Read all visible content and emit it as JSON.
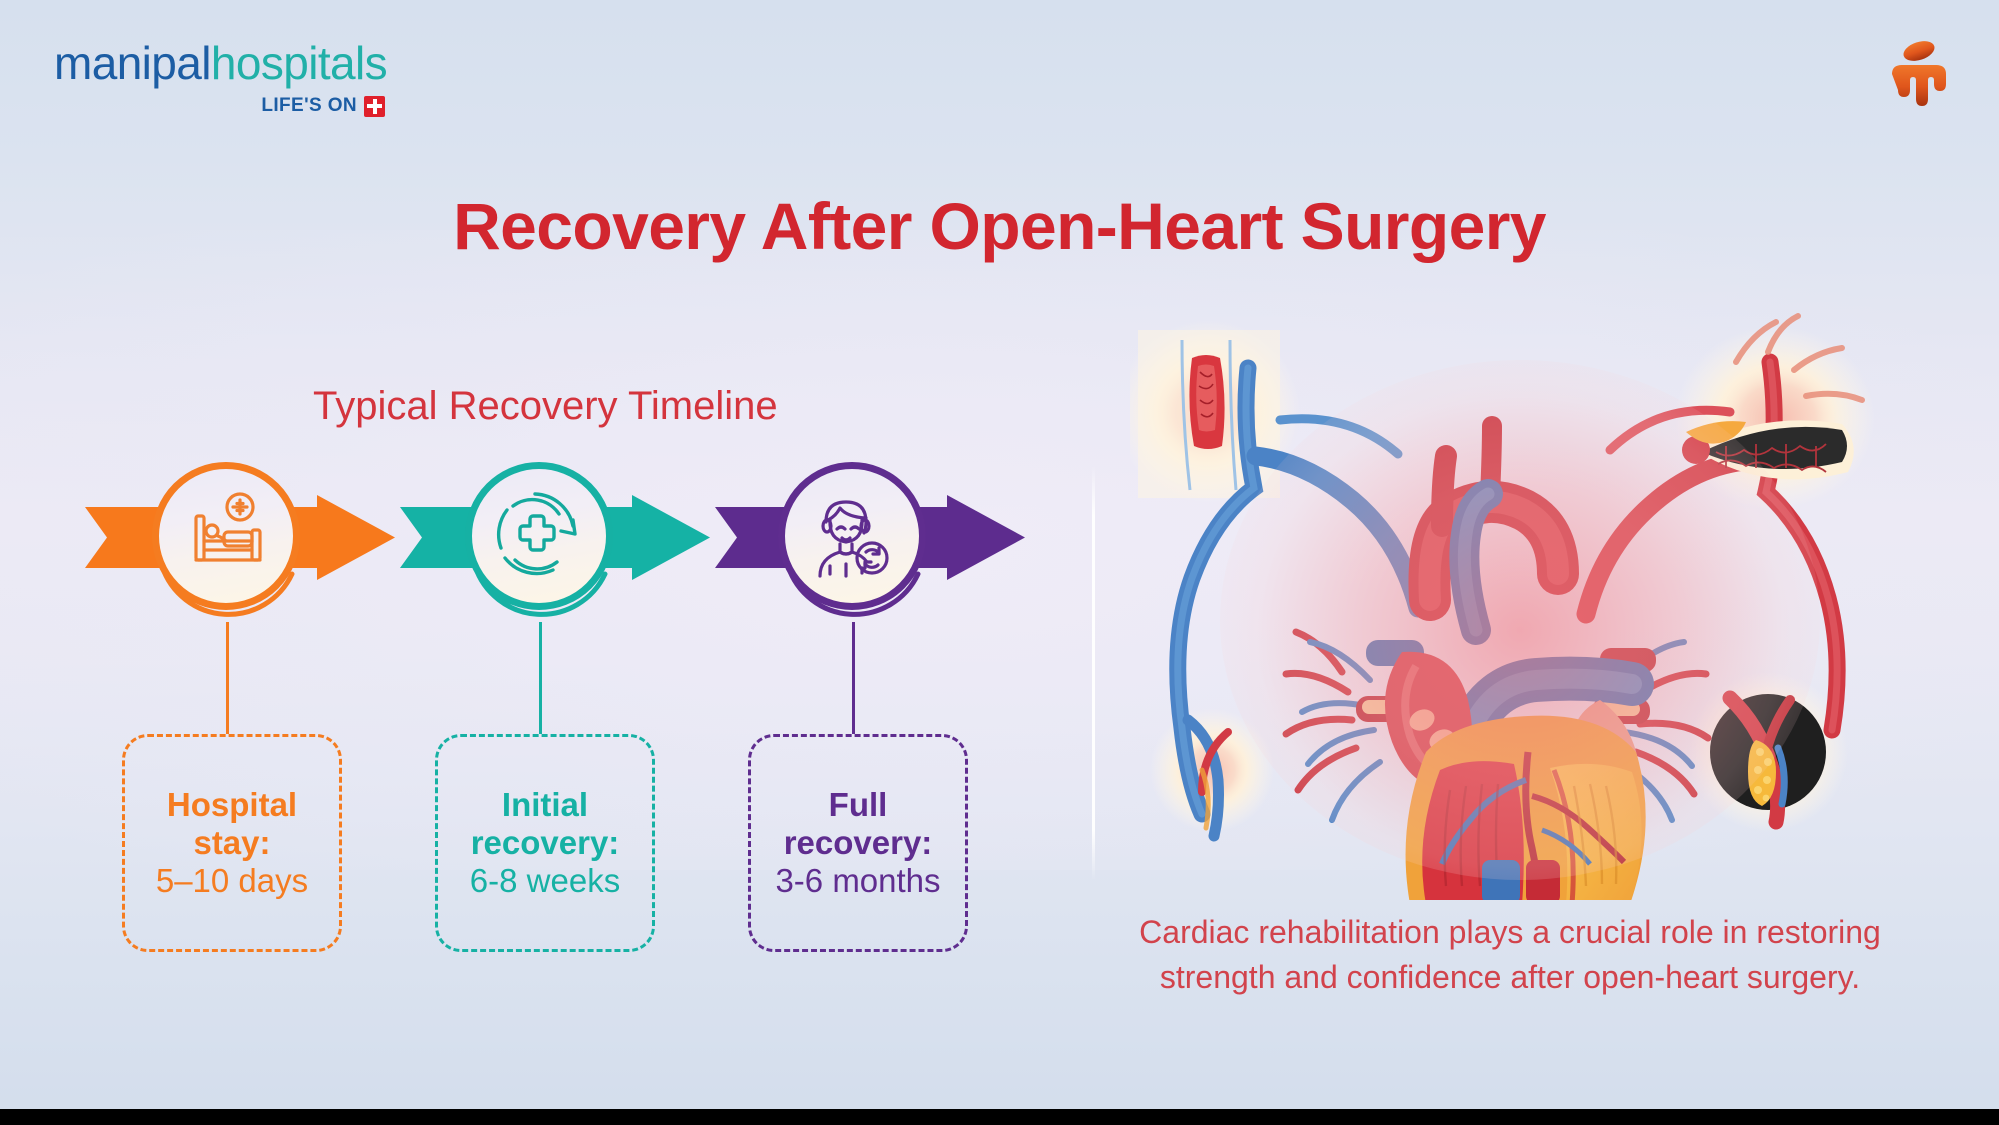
{
  "brand": {
    "logo_word_1": "manipal",
    "logo_word_2": "hospitals",
    "tagline": "LIFE'S ON",
    "cross_icon": "red-cross-icon",
    "corner_mark_icon": "manipal-corner-mark-icon",
    "color_primary_blue": "#1c5da4",
    "color_teal": "#21b0a8",
    "color_red": "#e0202b"
  },
  "header": {
    "title": "Recovery After Open-Heart Surgery",
    "title_color": "#d2262f"
  },
  "timeline": {
    "heading": "Typical Recovery Timeline",
    "heading_color": "#d4343d",
    "stages": [
      {
        "icon": "hospital-bed-icon",
        "title": "Hospital stay:",
        "title_line_1": "Hospital",
        "title_line_2": "stay:",
        "value": "5–10 days",
        "color": "#f57c20",
        "arrow_color": "#f7791c"
      },
      {
        "icon": "recovery-cycle-cross-icon",
        "title": "Initial recovery:",
        "title_line_1": "Initial",
        "title_line_2": "recovery:",
        "value": "6-8 weeks",
        "color": "#16b1a4",
        "arrow_color": "#15b2a5"
      },
      {
        "icon": "recovered-patient-icon",
        "title": "Full recovery:",
        "title_line_1": "Full",
        "title_line_2": "recovery:",
        "value": "3-6 months",
        "color": "#5f2d8f",
        "arrow_color": "#5d2c8e"
      }
    ]
  },
  "illustration": {
    "name": "anatomical-heart-with-vessel-cross-sections",
    "caption": "Cardiac rehabilitation plays a crucial role in restoring strength and confidence after open-heart surgery.",
    "caption_color": "#d2434c"
  }
}
